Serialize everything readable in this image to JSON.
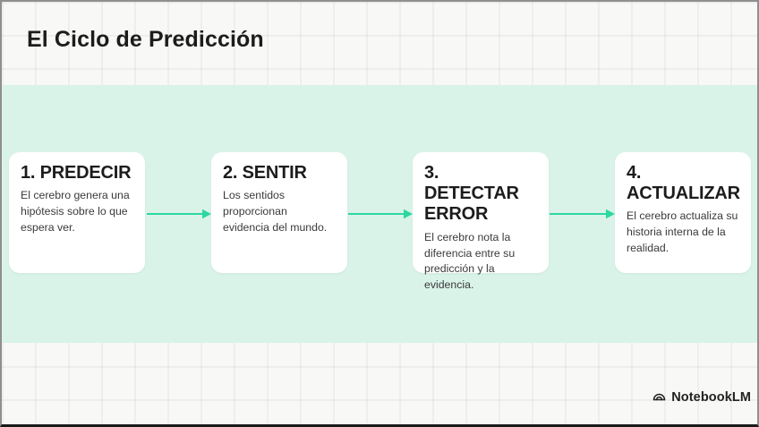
{
  "slide": {
    "title": "El Ciclo de Predicción"
  },
  "steps": [
    {
      "title": "1. PREDECIR",
      "body": "El cerebro genera una hipótesis sobre lo que espera ver."
    },
    {
      "title": "2. SENTIR",
      "body": "Los sentidos proporcionan evidencia del mundo."
    },
    {
      "title": "3. DETECTAR ERROR",
      "body": "El cerebro nota la diferencia entre su predicción y la evidencia."
    },
    {
      "title": "4. ACTUALIZAR",
      "body": "El cerebro actualiza su historia interna de la realidad."
    }
  ],
  "branding": {
    "logo_text": "NotebookLM"
  },
  "colors": {
    "accent_band": "#d9f3e9",
    "arrow": "#2dd7a1",
    "card_background": "#ffffff",
    "page_background": "#f8f8f6",
    "text_primary": "#1c1c1c",
    "text_secondary": "#3a3a3a"
  }
}
